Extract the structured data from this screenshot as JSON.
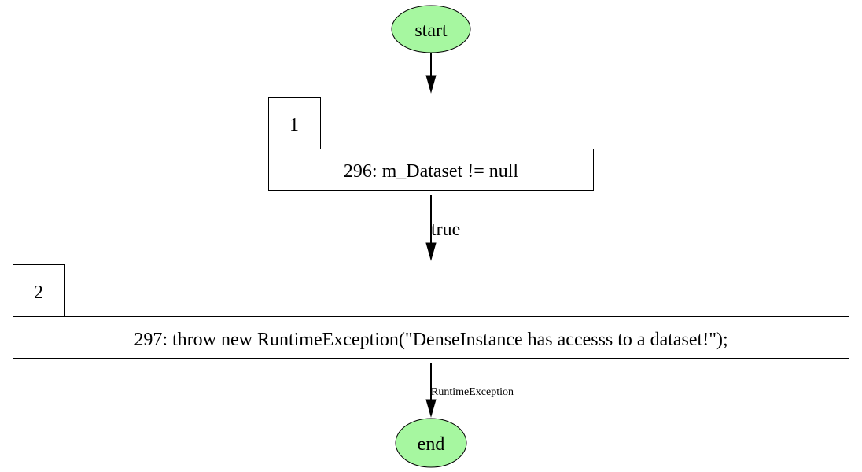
{
  "colors": {
    "terminal_fill": "#a6f7a0",
    "stroke": "#000000",
    "box_fill": "#ffffff",
    "background": "#ffffff"
  },
  "nodes": {
    "start": {
      "label": "start"
    },
    "block1": {
      "id_label": "1",
      "statement": "296: m_Dataset != null"
    },
    "block2": {
      "id_label": "2",
      "statement": "297: throw new RuntimeException(\"DenseInstance has accesss to a dataset!\");"
    },
    "end": {
      "label": "end"
    }
  },
  "edges": {
    "start_to_1": {
      "label": ""
    },
    "one_to_2": {
      "label": "true"
    },
    "two_to_end": {
      "label": "RuntimeException"
    }
  }
}
